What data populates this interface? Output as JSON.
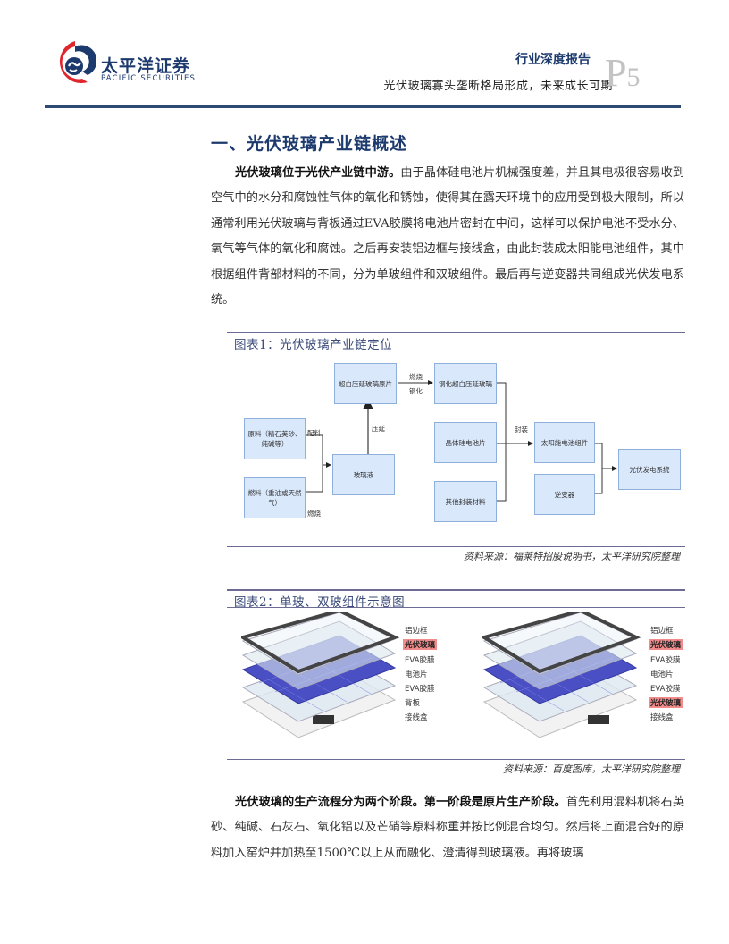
{
  "header": {
    "logo_cn": "太平洋证券",
    "logo_en": "PACIFIC SECURITIES",
    "report_type": "行业深度报告",
    "subtitle": "光伏玻璃寡头垄断格局形成，未来成长可期",
    "page_prefix": "P",
    "page_number": "5",
    "colors": {
      "brand_navy": "#1d3a6e",
      "brand_red": "#e0262d",
      "rule": "#2c4a72"
    }
  },
  "section": {
    "heading": "一、光伏玻璃产业链概述",
    "para1_lead": "光伏玻璃位于光伏产业链中游。",
    "para1_body": "由于晶体硅电池片机械强度差，并且其电极很容易收到空气中的水分和腐蚀性气体的氧化和锈蚀，使得其在露天环境中的应用受到极大限制，所以通常利用光伏玻璃与背板通过EVA胶膜将电池片密封在中间，这样可以保护电池不受水分、氧气等气体的氧化和腐蚀。之后再安装铝边框与接线盒，由此封装成太阳能电池组件，其中根据组件背部材料的不同，分为单玻组件和双玻组件。最后再与逆变器共同组成光伏发电系统。",
    "para2_lead": "光伏玻璃的生产流程分为两个阶段。第一阶段是原片生产阶段。",
    "para2_body": "首先利用混料机将石英砂、纯碱、石灰石、氧化铝以及芒硝等原料称重并按比例混合均匀。然后将上面混合好的原料加入窑炉并加热至1500℃以上从而融化、澄清得到玻璃液。再将玻璃"
  },
  "figure1": {
    "title": "图表1：光伏玻璃产业链定位",
    "source": "资料来源：福莱特招股说明书，太平洋研究院整理",
    "nodes": {
      "raw": "原料（精石英砂、纯碱等）",
      "fuel": "燃料（重油或天然气）",
      "melt": "玻璃液",
      "rolled": "超白压延玻璃原片",
      "tempered": "钢化超白压延玻璃",
      "cell": "晶体硅电池片",
      "other": "其他封装材料",
      "module": "太阳能电池组件",
      "inverter": "逆变器",
      "system": "光伏发电系统"
    },
    "edges": {
      "mix": "配料",
      "burn": "燃烧",
      "roll": "压延",
      "fire": "燃烧",
      "temper": "钢化",
      "pack": "封装"
    }
  },
  "figure2": {
    "title": "图表2：单玻、双玻组件示意图",
    "source": "资料来源：百度图库，太平洋研究院整理",
    "single_glass_layers": [
      {
        "label": "铝边框",
        "highlight": false
      },
      {
        "label": "光伏玻璃",
        "highlight": true
      },
      {
        "label": "EVA胶膜",
        "highlight": false
      },
      {
        "label": "电池片",
        "highlight": false
      },
      {
        "label": "EVA胶膜",
        "highlight": false
      },
      {
        "label": "背板",
        "highlight": false
      },
      {
        "label": "接线盒",
        "highlight": false
      }
    ],
    "double_glass_layers": [
      {
        "label": "铝边框",
        "highlight": false
      },
      {
        "label": "光伏玻璃",
        "highlight": true
      },
      {
        "label": "EVA胶膜",
        "highlight": false
      },
      {
        "label": "电池片",
        "highlight": false
      },
      {
        "label": "EVA胶膜",
        "highlight": false
      },
      {
        "label": "光伏玻璃",
        "highlight": true
      },
      {
        "label": "接线盒",
        "highlight": false
      }
    ]
  }
}
